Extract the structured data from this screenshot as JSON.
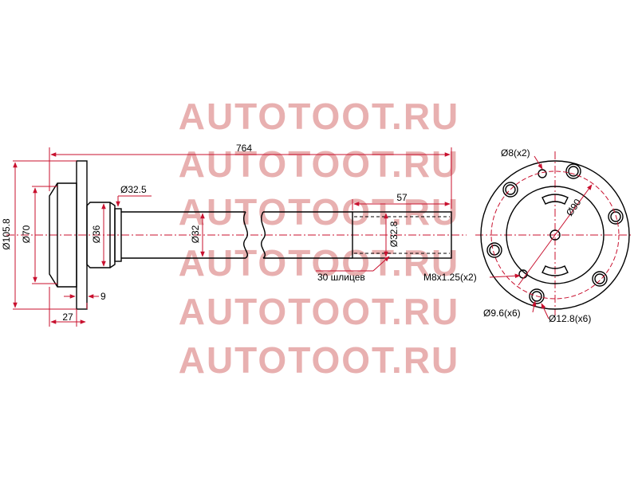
{
  "colors": {
    "outline": "#000000",
    "dimension": "#c8102e",
    "watermark": "#e8b0b0"
  },
  "watermark": {
    "lines": [
      "AUTOTOOT.RU",
      "AUTOTOOT.RU",
      "AUTOTOOT.RU",
      "AUTOTOOT.RU",
      "AUTOTOOT.RU",
      "AUTOTOOT.RU"
    ]
  },
  "dimensions": {
    "overall_length": "764",
    "flange_outer_dia": "Ø105.8",
    "hub_dia": "Ø70",
    "bore_dia": "Ø36",
    "seat_dia": "Ø32.5",
    "shaft_dia": "Ø32",
    "spline_length": "57",
    "spline_dia": "Ø32.8",
    "spline_count": "30 шлицев",
    "flange_thickness": "9",
    "hub_length": "27"
  },
  "end_view": {
    "small_holes": "Ø8(x2)",
    "bolt_circle": "Ø90",
    "thread": "M8x1.25(x2)",
    "stud_holes": "Ø9.6(x6)",
    "counterbore": "Ø12.8(x6)"
  }
}
